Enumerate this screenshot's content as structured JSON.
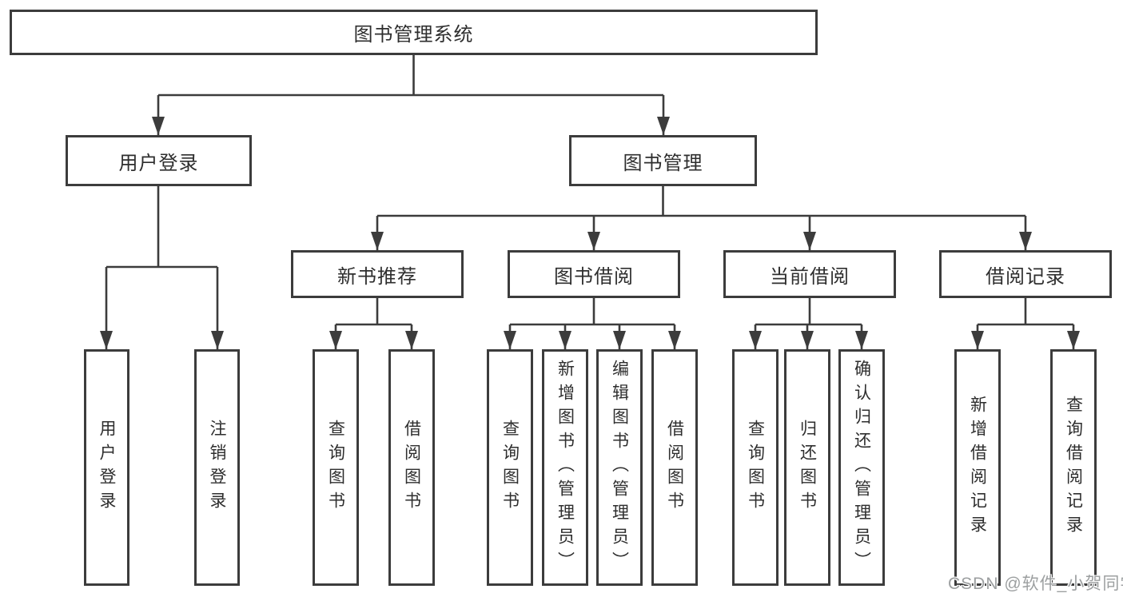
{
  "diagram_type": "hierarchy-tree",
  "tree": {
    "root": {
      "label": "图书管理系统"
    },
    "children": [
      {
        "label": "用户登录",
        "children": [
          {
            "label": "用户登录"
          },
          {
            "label": "注销登录"
          }
        ]
      },
      {
        "label": "图书管理",
        "children": [
          {
            "label": "新书推荐",
            "children": [
              {
                "label": "查询图书"
              },
              {
                "label": "借阅图书"
              }
            ]
          },
          {
            "label": "图书借阅",
            "children": [
              {
                "label": "查询图书"
              },
              {
                "label": "新增图书（管理员）"
              },
              {
                "label": "编辑图书（管理员）"
              },
              {
                "label": "借阅图书"
              }
            ]
          },
          {
            "label": "当前借阅",
            "children": [
              {
                "label": "查询图书"
              },
              {
                "label": "归还图书"
              },
              {
                "label": "确认归还（管理员）"
              }
            ]
          },
          {
            "label": "借阅记录",
            "children": [
              {
                "label": "新增借阅记录"
              },
              {
                "label": "查询借阅记录"
              }
            ]
          }
        ]
      }
    ]
  },
  "watermark": {
    "text": "CSDN @软件_小贺同学"
  },
  "colors": {
    "line": "#3c3c3c",
    "box_border": "#3c3c3c",
    "text": "#2e2e2e",
    "background": "#ffffff",
    "watermark": "#9c9fa0"
  }
}
